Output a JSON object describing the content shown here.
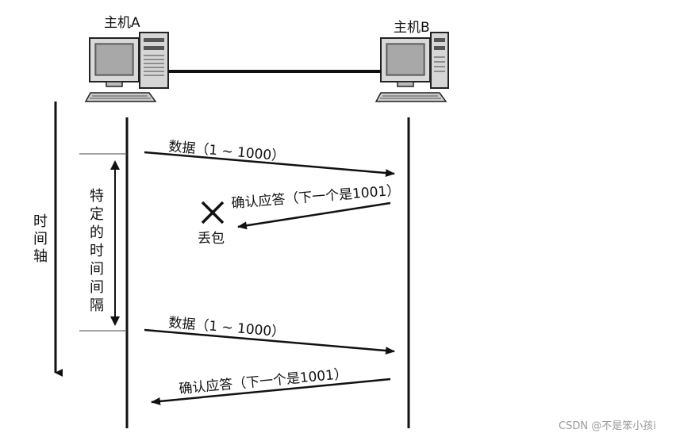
{
  "hosts": {
    "a_label": "主机A",
    "b_label": "主机B"
  },
  "time_axis_label": "时间轴",
  "interval_label": "特定的时间间隔",
  "messages": [
    {
      "label": "数据（1 ~ 1000）",
      "direction": "A-to-B"
    },
    {
      "label": "确认应答（下一个是1001）",
      "direction": "B-to-A",
      "lost": true
    },
    {
      "label": "数据（1 ~ 1000）",
      "direction": "A-to-B"
    },
    {
      "label": "确认应答（下一个是1001）",
      "direction": "B-to-A"
    }
  ],
  "loss_label": "丢包",
  "watermark": "CSDN @不是笨小孩i"
}
